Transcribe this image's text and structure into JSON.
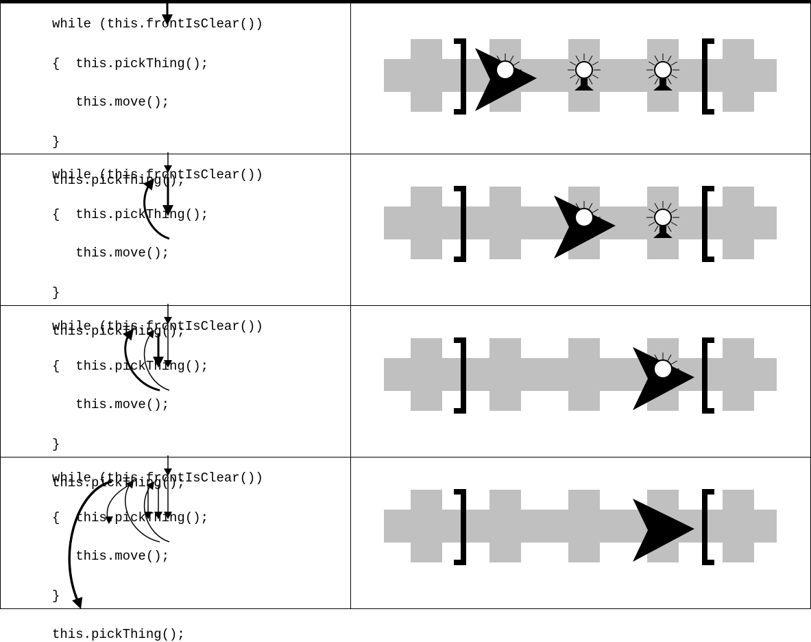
{
  "code_lines": [
    "while (this.frontIsClear())",
    "{  this.pickThing();",
    "   this.move();",
    "}",
    "this.pickThing();"
  ],
  "steps": [
    {
      "step": 1,
      "robot_intersection": 1,
      "things_at_intersections": [
        1,
        2,
        3
      ]
    },
    {
      "step": 2,
      "robot_intersection": 2,
      "things_at_intersections": [
        2,
        3
      ]
    },
    {
      "step": 3,
      "robot_intersection": 3,
      "things_at_intersections": [
        3
      ]
    },
    {
      "step": 4,
      "robot_intersection": 3,
      "things_at_intersections": []
    }
  ],
  "colors": {
    "street": "#c0c0c0",
    "ink": "#000000",
    "thing_fill": "#ffffff"
  },
  "icons": {
    "robot": "robot-arrow-icon",
    "thing": "light-thing-icon",
    "wall": "wall-bracket-icon",
    "flow": "flow-arrow-icon"
  }
}
